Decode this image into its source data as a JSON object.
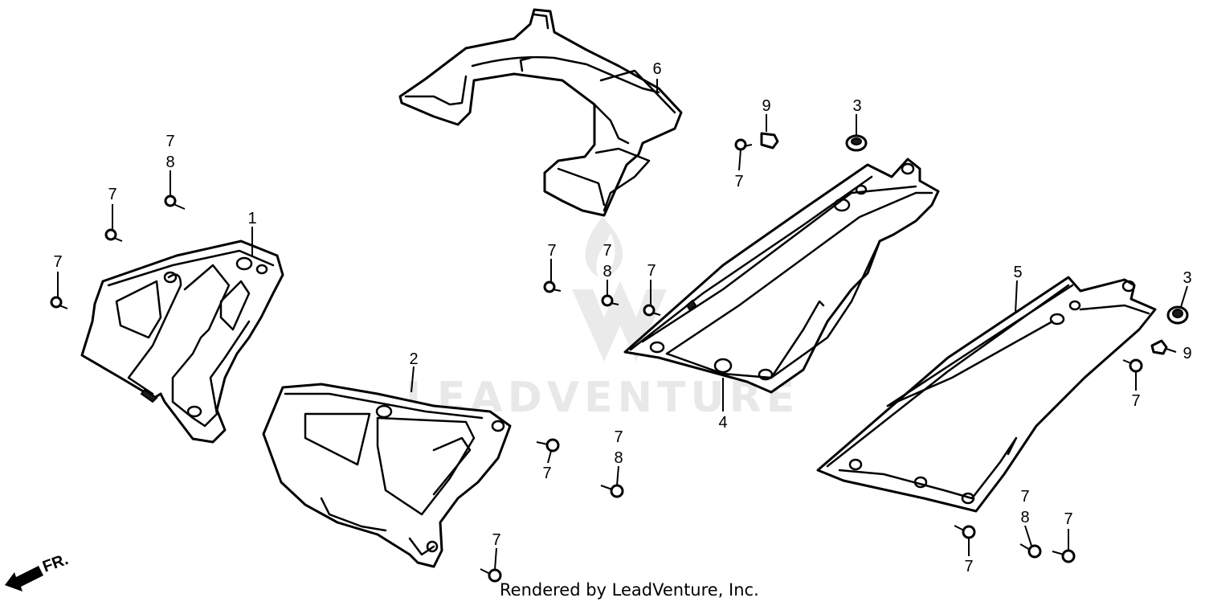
{
  "diagram": {
    "callouts": {
      "p1": "1",
      "p2": "2",
      "p3a": "3",
      "p3b": "3",
      "p4": "4",
      "p5": "5",
      "p6": "6",
      "p9a": "9",
      "p9b": "9",
      "s78a_7": "7",
      "s78a_8": "8",
      "s78b_7": "7",
      "s78b_8": "8",
      "s78c_7": "7",
      "s78c_8": "8",
      "s78d_7": "7",
      "s78d_8": "8",
      "s7a": "7",
      "s7b": "7",
      "s7c": "7",
      "s7d": "7",
      "s7e": "7",
      "s7f": "7",
      "s7g": "7",
      "s7h": "7",
      "s7i": "7",
      "s7j": "7"
    },
    "direction_label": "FR.",
    "watermark": "LEADVENTURE"
  },
  "footer": {
    "credit": "Rendered by LeadVenture, Inc."
  }
}
